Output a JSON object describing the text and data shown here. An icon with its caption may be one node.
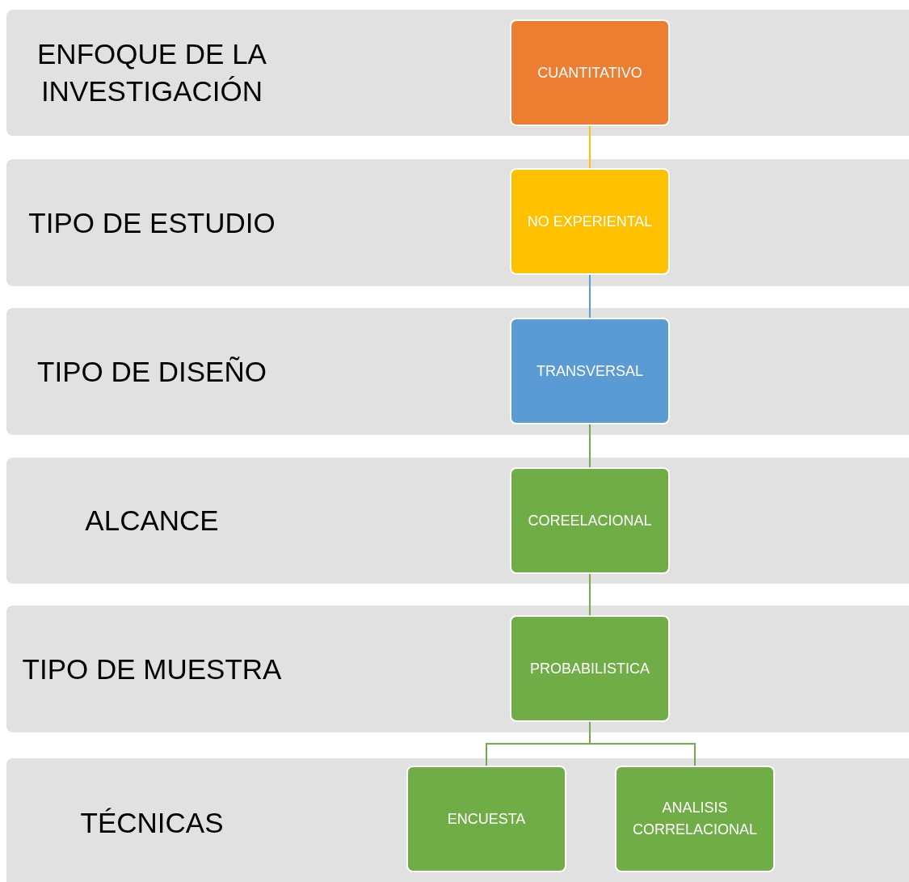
{
  "diagram": {
    "nodes": [
      {
        "text": [
          "ENFOQUE DE LA INVESTIGACIÓN"
        ]
      },
      {
        "text": [
          "CUANTITATIVO"
        ],
        "in": 0
      },
      {
        "text": [
          "TIPO DE ESTUDIO"
        ]
      },
      {
        "text": [
          "NO EXPERIENTAL"
        ],
        "in": 2
      },
      {
        "text": [
          "TIPO DE DISEÑO"
        ]
      },
      {
        "text": [
          "TRANSVERSAL"
        ],
        "in": 4
      },
      {
        "text": [
          "ALCANCE"
        ]
      },
      {
        "text": [
          "COREELACIONAL"
        ],
        "in": 6
      },
      {
        "text": [
          "TIPO DE MUESTRA"
        ]
      },
      {
        "text": [
          "PROBABILISTICA"
        ],
        "in": 8
      },
      {
        "text": [
          "TÉCNICAS"
        ]
      },
      {
        "text": [
          "ENCUESTA"
        ],
        "in": 10
      },
      {
        "text": [
          "ANALISIS CORRELACIONAL"
        ],
        "in": 10
      }
    ],
    "edges": [
      {
        "from": 1,
        "to": 3,
        "arrow": "none",
        "color": "#ffc000"
      },
      {
        "from": 3,
        "to": 5,
        "arrow": "none",
        "color": "#5b9bd5"
      },
      {
        "from": 5,
        "to": 7,
        "arrow": "none"
      },
      {
        "from": 7,
        "to": 9,
        "arrow": "none"
      },
      {
        "from": 9,
        "to": 11,
        "arrow": "none"
      },
      {
        "from": 9,
        "to": 12,
        "arrow": "none"
      }
    ]
  }
}
